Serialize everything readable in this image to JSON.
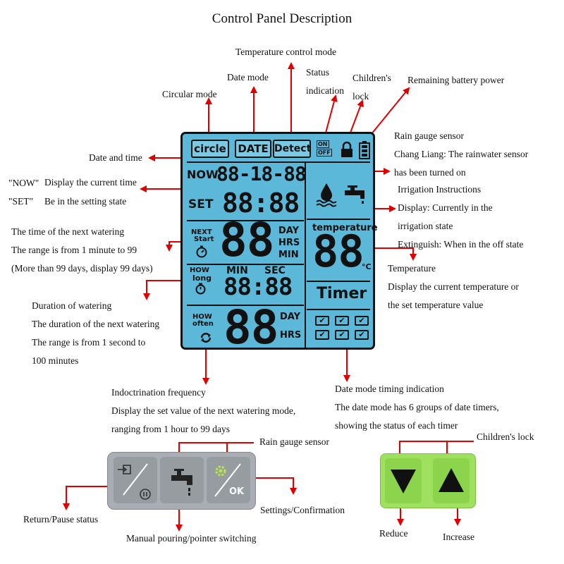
{
  "title": "Control Panel Description",
  "annotations": {
    "temperature_control_mode": "Temperature control mode",
    "date_mode": "Date mode",
    "status_indication": [
      "Status",
      "indication"
    ],
    "childrens_lock_top": [
      "Children's",
      "lock"
    ],
    "remaining_battery": "Remaining battery power",
    "circular_mode": "Circular mode",
    "rain_gauge_top": [
      "Rain gauge sensor",
      "Chang Liang: The rainwater sensor",
      "has been turned on"
    ],
    "date_and_time": "Date and time",
    "now_label": "\"NOW\"",
    "now_desc": "Display the current time",
    "set_label": "\"SET\"",
    "set_desc": "Be in the setting state",
    "irrigation": [
      "Irrigation Instructions",
      "Display: Currently in the",
      "irrigation state",
      "Extinguish: When in the off state"
    ],
    "next_watering": [
      "The time of the next watering",
      "The range is from 1 minute to 99",
      "(More than 99 days, display 99 days)"
    ],
    "temperature": [
      "Temperature",
      "Display the current temperature or",
      "the set temperature value"
    ],
    "duration": [
      "Duration of watering",
      "The duration of the next watering",
      "The range is from 1 second to",
      "100 minutes"
    ],
    "frequency": [
      "Indoctrination frequency",
      "Display the set value of the next watering mode,",
      "ranging from 1 hour to 99 days"
    ],
    "date_timing": [
      "Date mode timing indication",
      "The date mode has 6 groups of date timers,",
      "showing the status of each timer"
    ],
    "rain_gauge_bottom": "Rain gauge sensor",
    "childrens_lock_bottom": "Children's lock",
    "return_pause": "Return/Pause status",
    "settings_confirm": "Settings/Confirmation",
    "manual_pouring": "Manual pouring/pointer switching",
    "reduce": "Reduce",
    "increase": "Increase"
  },
  "lcd": {
    "mode_circle": "circle",
    "mode_date": "DATE",
    "mode_detect": "Detect",
    "status_on": "ON",
    "status_off": "OFF",
    "now": "NOW",
    "date_digits": "88-18-88",
    "set": "SET",
    "time_digits": "88:88",
    "next": "NEXT",
    "start": "Start",
    "big_digits_1": "88",
    "unit_day": "DAY",
    "unit_hrs": "HRS",
    "unit_min": "MIN",
    "how": "HOW",
    "long": "long",
    "min": "MIN",
    "sec": "SEC",
    "duration_digits": "88:88",
    "how2": "HOW",
    "often": "often",
    "big_digits_2": "88",
    "unit_day2": "DAY",
    "unit_hrs2": "HRS",
    "temperature_label": "temperature",
    "temp_digits": "88",
    "celsius": "°C",
    "timer": "Timer"
  },
  "keys": {
    "ok": "OK",
    "pause_symbol": "⏸"
  },
  "colors": {
    "lcd_bg": "#5bb8d8",
    "arrow": "#e00000",
    "key_gray": "#a8aeb3",
    "key_green": "#9fe060"
  }
}
